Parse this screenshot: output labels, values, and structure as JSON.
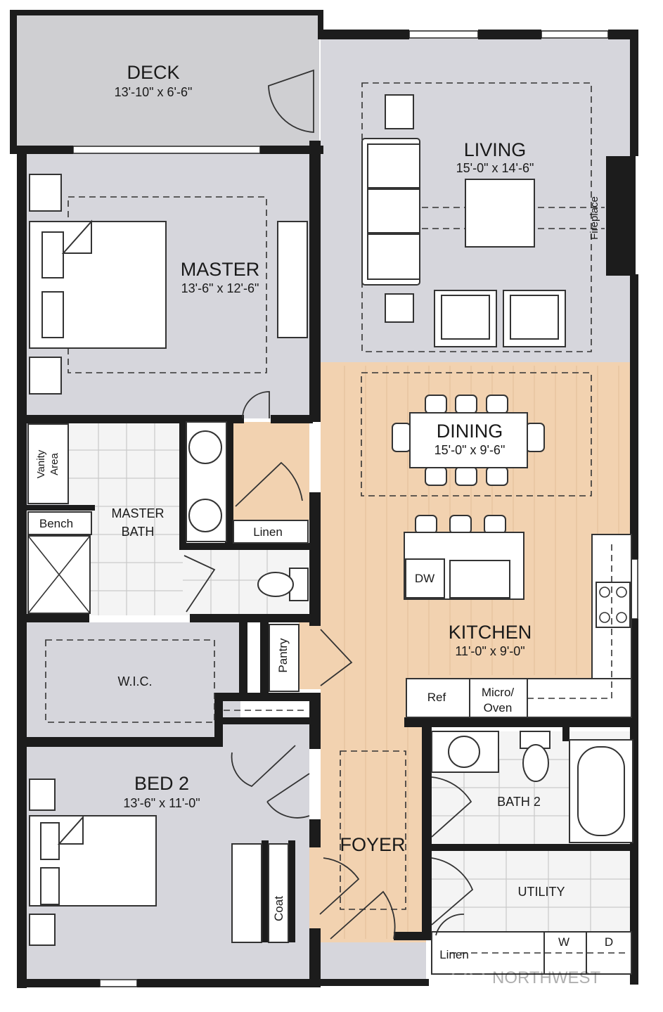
{
  "plan": {
    "rooms": {
      "deck": {
        "name": "DECK",
        "size": "13'-10\" x 6'-6\""
      },
      "living": {
        "name": "LIVING",
        "size": "15'-0\" x 14'-6\""
      },
      "master": {
        "name": "MASTER",
        "size": "13'-6\" x 12'-6\""
      },
      "dining": {
        "name": "DINING",
        "size": "15'-0\" x 9'-6\""
      },
      "master_bath": {
        "name_line1": "MASTER",
        "name_line2": "BATH"
      },
      "kitchen": {
        "name": "KITCHEN",
        "size": "11'-0\" x 9'-0\""
      },
      "wic": {
        "name": "W.I.C."
      },
      "bed2": {
        "name": "BED 2",
        "size": "13'-6\" x 11'-0\""
      },
      "bath2": {
        "name": "BATH 2"
      },
      "foyer": {
        "name": "FOYER"
      },
      "utility": {
        "name": "UTILITY"
      }
    },
    "fixtures": {
      "fireplace": "Fireplace",
      "vanity_line1": "Vanity",
      "vanity_line2": "Area",
      "bench": "Bench",
      "linen_master": "Linen",
      "linen_utility": "Linen",
      "pantry": "Pantry",
      "dw": "DW",
      "ref": "Ref",
      "micro_line1": "Micro/",
      "micro_line2": "Oven",
      "coat": "Coat",
      "washer": "W",
      "dryer": "D"
    },
    "watermark": "NORTHWEST",
    "colors": {
      "room_gray": "#d6d6dc",
      "deck_gray": "#cfcfd2",
      "wood": "#f2d2b0",
      "tile_bg": "#f4f4f4",
      "wall": "#1c1c1c"
    }
  }
}
